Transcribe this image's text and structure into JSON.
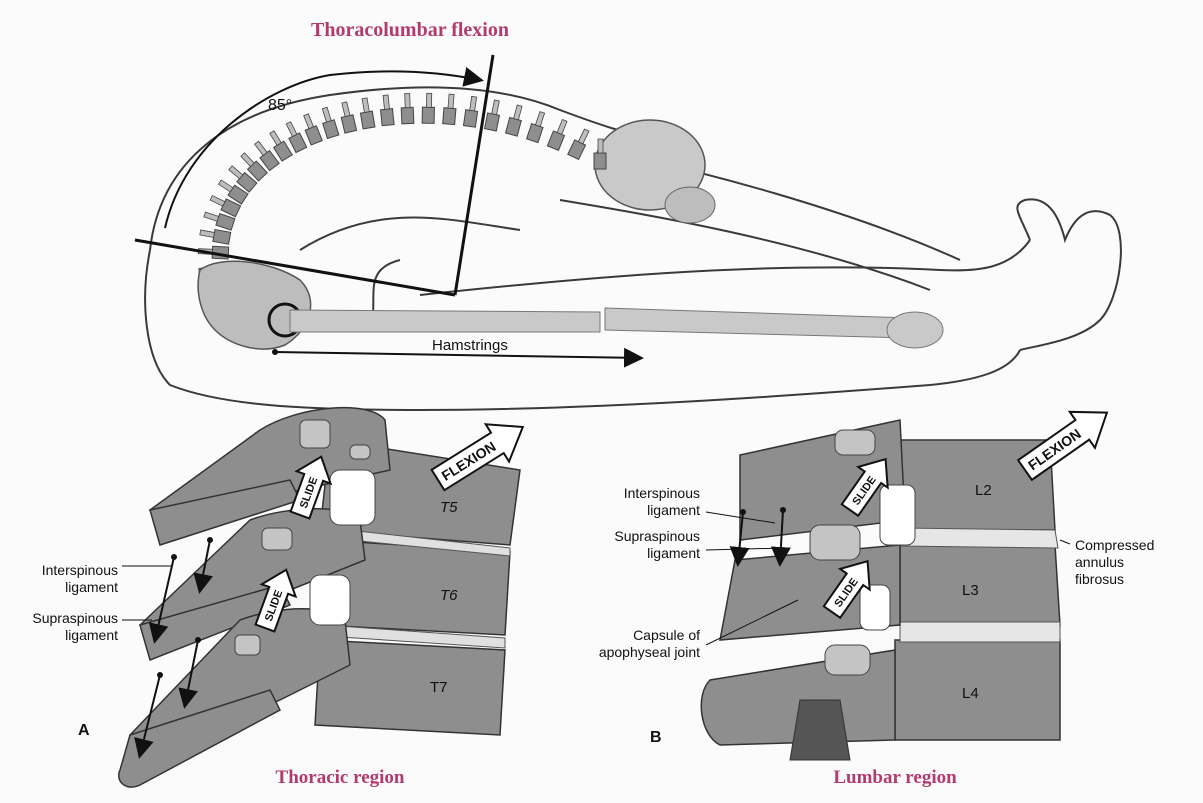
{
  "figure": {
    "title": "Thoracolumbar flexion",
    "angle_label": "85°",
    "hamstrings_label": "Hamstrings"
  },
  "panel_a": {
    "letter": "A",
    "caption": "Thoracic region",
    "vertebrae": [
      "T5",
      "T6",
      "T7"
    ],
    "arrow_flexion": "FLEXION",
    "arrow_slide_top": "SLIDE",
    "arrow_slide_bottom": "SLIDE",
    "label_interspinous_1": "Interspinous",
    "label_interspinous_2": "ligament",
    "label_supraspinous_1": "Supraspinous",
    "label_supraspinous_2": "ligament"
  },
  "panel_b": {
    "letter": "B",
    "caption": "Lumbar region",
    "vertebrae": [
      "L2",
      "L3",
      "L4"
    ],
    "arrow_flexion": "FLEXION",
    "arrow_slide_top": "SLIDE",
    "arrow_slide_bottom": "SLIDE",
    "label_interspinous_1": "Interspinous",
    "label_interspinous_2": "ligament",
    "label_supraspinous_1": "Supraspinous",
    "label_supraspinous_2": "ligament",
    "label_capsule_1": "Capsule of",
    "label_capsule_2": "apophyseal joint",
    "label_annulus_1": "Compressed",
    "label_annulus_2": "annulus",
    "label_annulus_3": "fibrosus"
  },
  "colors": {
    "title": "#b23a6f",
    "bone": "#8e8e8e",
    "bone_light": "#c4c4c4",
    "outline": "#333333"
  }
}
